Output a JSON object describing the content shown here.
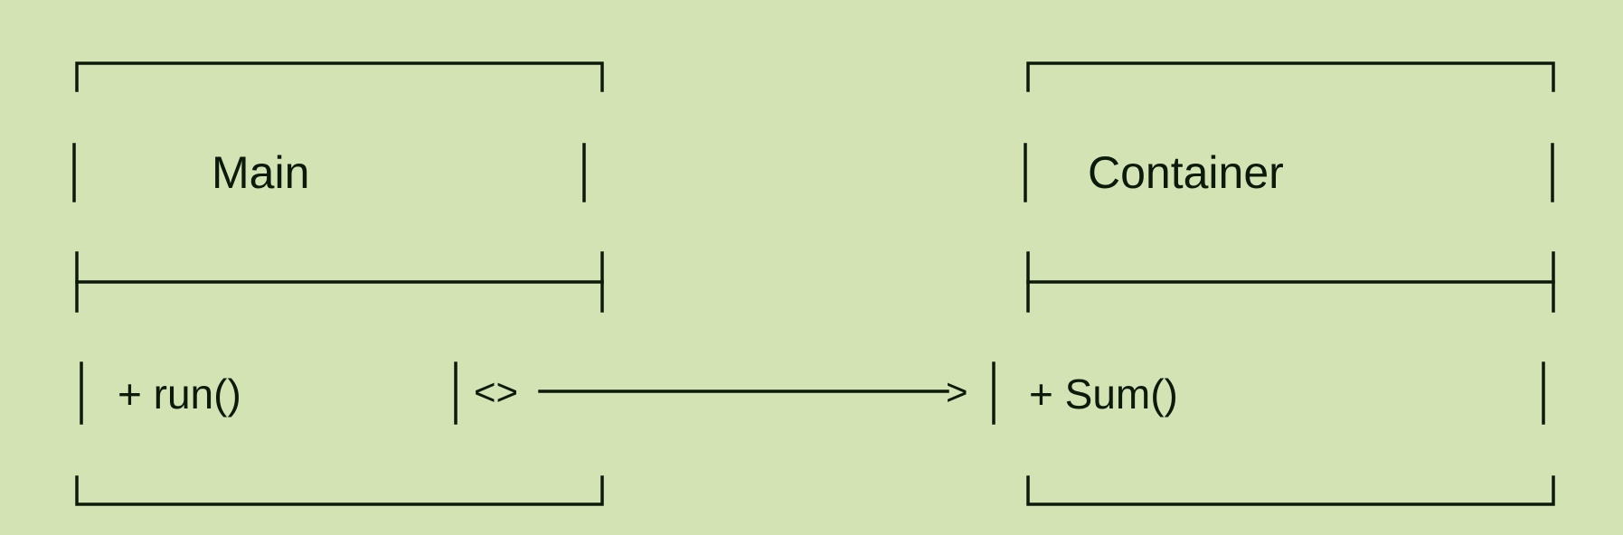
{
  "classes": [
    {
      "name": "Main",
      "method": "+ run()"
    },
    {
      "name": "Container",
      "method": "+ Sum()"
    }
  ],
  "association": {
    "start_marker": "<>",
    "end_marker": ">"
  },
  "colors": {
    "background": "#d3e3b4",
    "ink": "#0c1a0c"
  }
}
